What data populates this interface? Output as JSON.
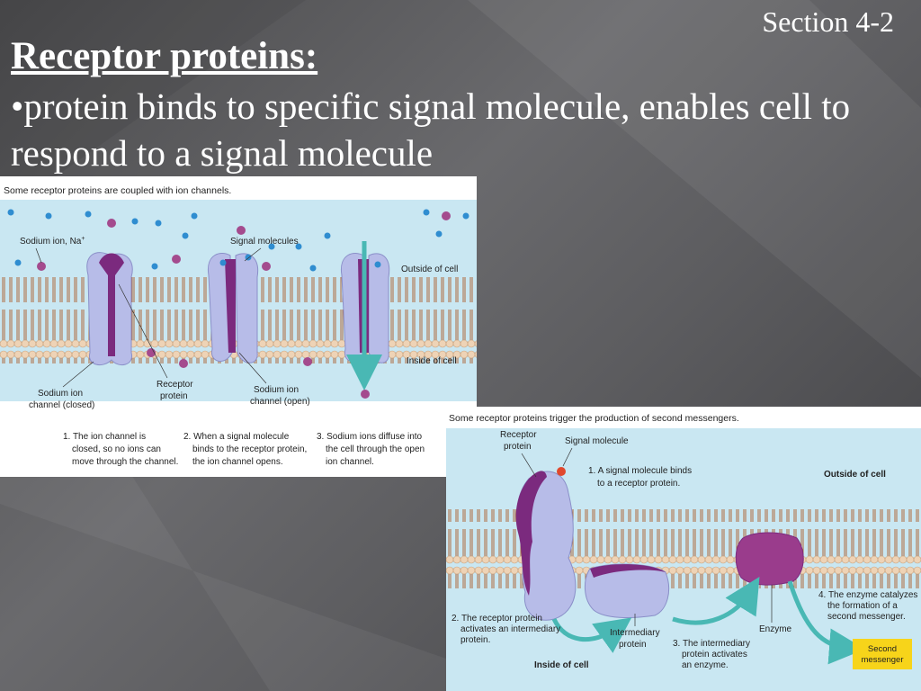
{
  "slide": {
    "section": "Section 4-2",
    "heading": "Receptor proteins:",
    "bullet": "•protein binds to specific signal molecule, enables cell to respond to a signal molecule"
  },
  "figure_ion_channels": {
    "caption": "Some receptor proteins are coupled with ion channels.",
    "labels": {
      "sodium_ion": "Sodium ion, Na",
      "sodium_ion_sup": "+",
      "signal_molecules": "Signal molecules",
      "outside": "Outside of cell",
      "inside": "Inside of cell",
      "channel_closed_1": "Sodium ion",
      "channel_closed_2": "channel (closed)",
      "receptor_1": "Receptor",
      "receptor_2": "protein",
      "channel_open_1": "Sodium ion",
      "channel_open_2": "channel (open)"
    },
    "steps": [
      {
        "l1": "1. The ion channel is",
        "l2": "closed, so no ions can",
        "l3": "move through the channel."
      },
      {
        "l1": "2. When a signal molecule",
        "l2": "binds to the receptor protein,",
        "l3": "the ion channel opens."
      },
      {
        "l1": "3. Sodium ions diffuse into",
        "l2": "the cell through the open",
        "l3": "ion channel."
      }
    ]
  },
  "figure_second_messenger": {
    "caption": "Some receptor proteins trigger the production of second messengers.",
    "labels": {
      "receptor_1": "Receptor",
      "receptor_2": "protein",
      "signal_molecule": "Signal molecule",
      "outside": "Outside of cell",
      "inside": "Inside of cell",
      "intermediary_1": "Intermediary",
      "intermediary_2": "protein",
      "enzyme": "Enzyme",
      "second_1": "Second",
      "second_2": "messenger"
    },
    "steps": {
      "s1": {
        "l1": "1. A signal molecule binds",
        "l2": "to a receptor protein."
      },
      "s2": {
        "l1": "2. The receptor protein",
        "l2": "activates an intermediary",
        "l3": "protein."
      },
      "s3": {
        "l1": "3. The intermediary",
        "l2": "protein activates",
        "l3": "an enzyme."
      },
      "s4": {
        "l1": "4. The enzyme catalyzes",
        "l2": "the formation of a",
        "l3": "second messenger."
      }
    }
  },
  "colors": {
    "fluid": "#c9e7f2",
    "membrane_head": "#eed3b6",
    "membrane_tail": "#b06a3c",
    "protein": "#b7bce8",
    "protein_dark": "#7b2a7e",
    "ion_blue": "#2f8dd0",
    "ion_purple": "#a44b8e",
    "arrow": "#49b8b4",
    "highlight": "#f7d41a"
  }
}
